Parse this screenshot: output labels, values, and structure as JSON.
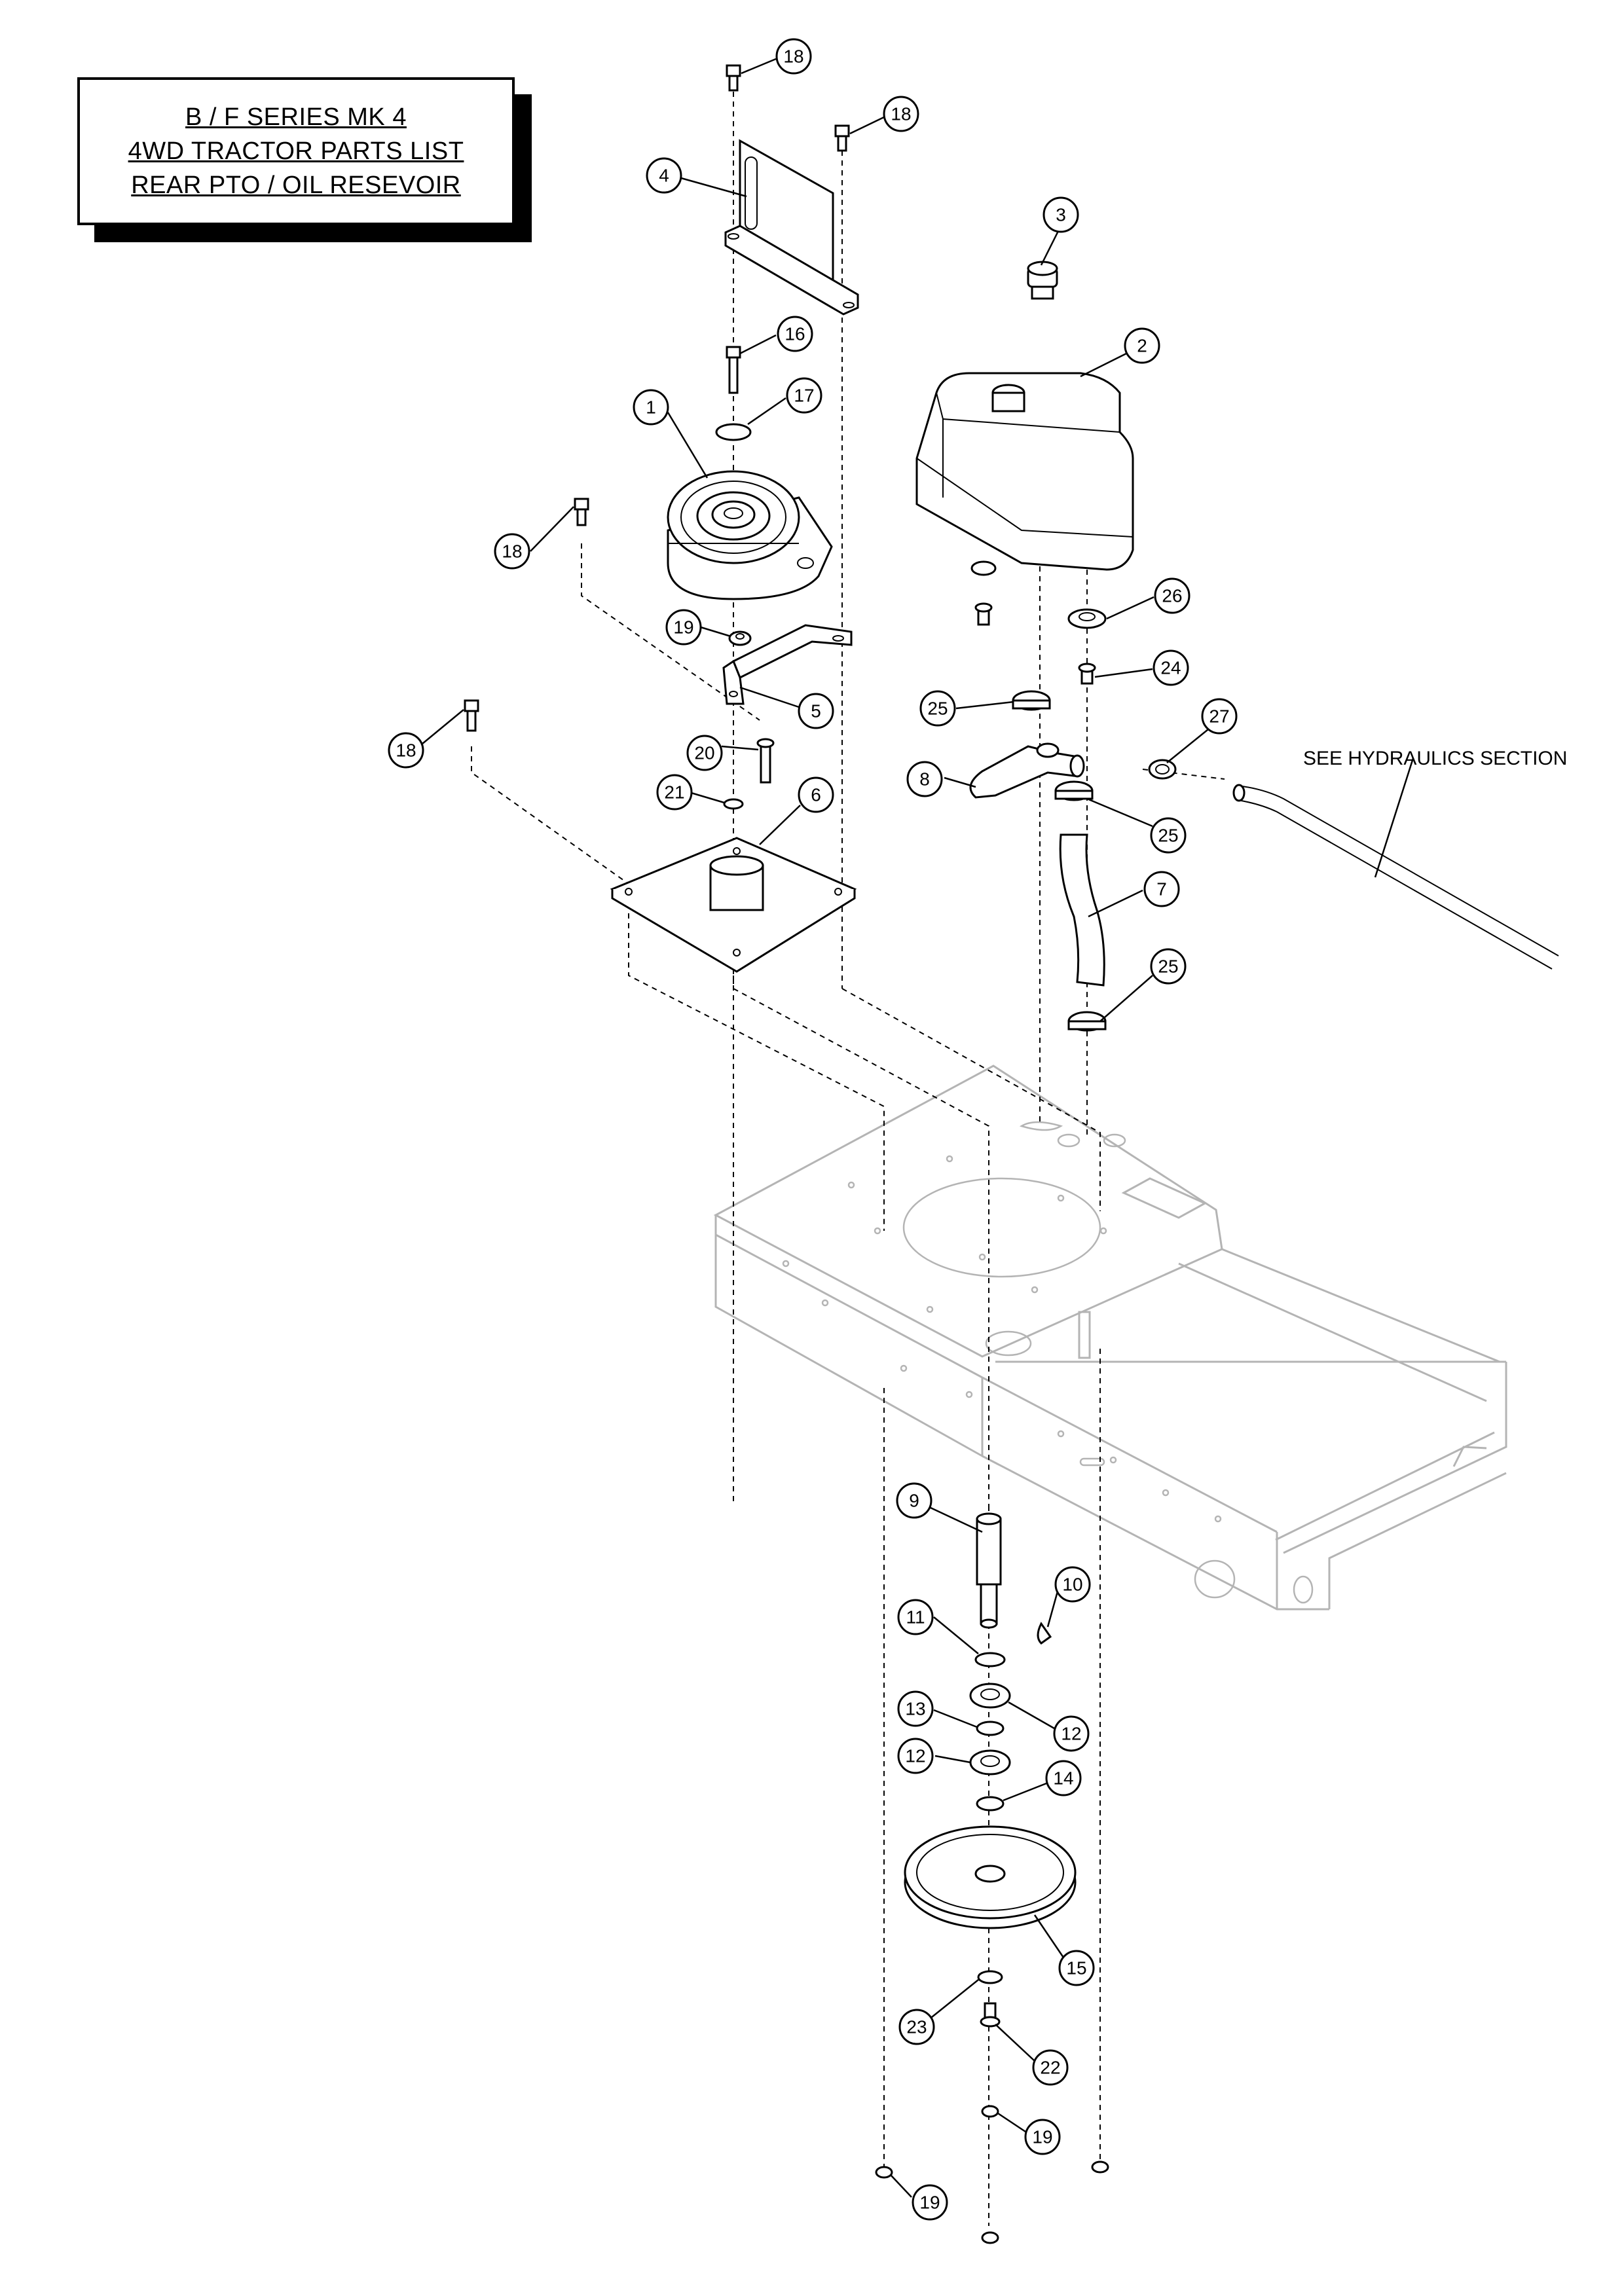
{
  "title": {
    "line1": "B / F SERIES MK 4",
    "line2": "4WD TRACTOR PARTS LIST",
    "line3": "REAR PTO / OIL RESEVOIR"
  },
  "note": "SEE HYDRAULICS SECTION",
  "callouts": [
    "18",
    "18",
    "4",
    "3",
    "2",
    "16",
    "17",
    "1",
    "18",
    "19",
    "5",
    "26",
    "24",
    "25",
    "27",
    "18",
    "20",
    "21",
    "6",
    "8",
    "25",
    "7",
    "25",
    "9",
    "10",
    "11",
    "13",
    "12",
    "12",
    "14",
    "15",
    "23",
    "22",
    "19",
    "19"
  ]
}
